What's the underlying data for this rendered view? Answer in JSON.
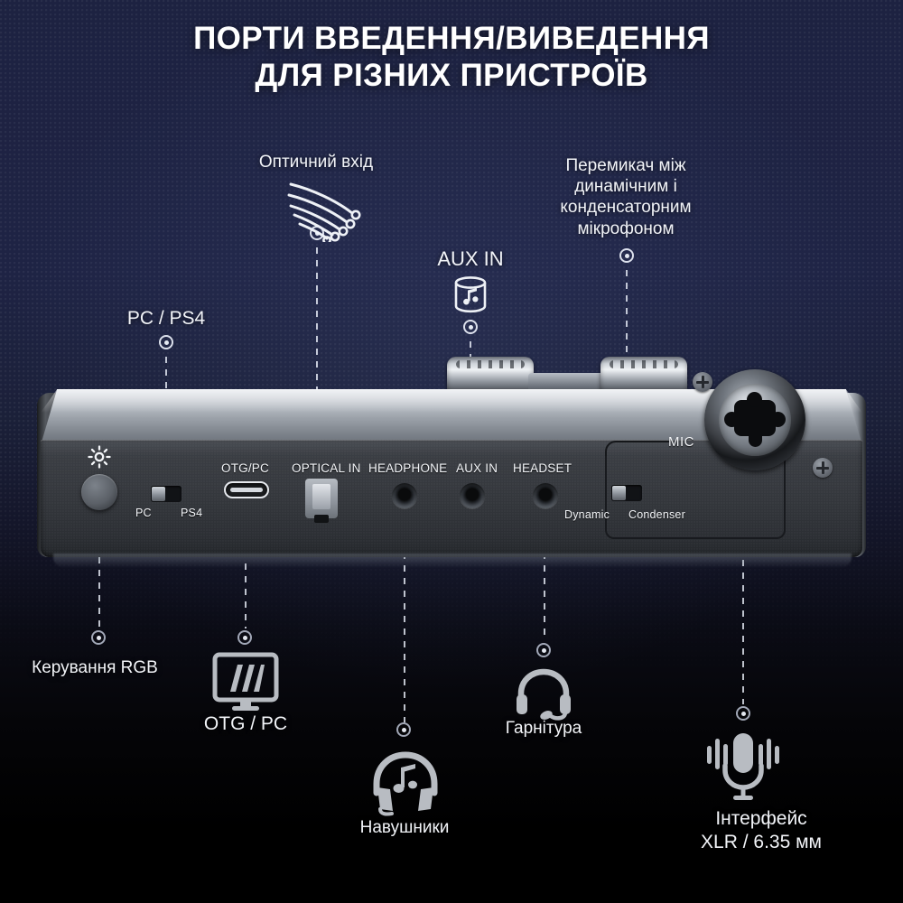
{
  "title": "ПОРТИ ВВЕДЕННЯ/ВИВЕДЕННЯ\nДЛЯ РІЗНИХ ПРИСТРОЇВ",
  "colors": {
    "background_top": "#1d2241",
    "background_bottom": "#000000",
    "text": "#f2f4f8",
    "icon": "#b8bcc2",
    "leader_line": "#ebf0fa"
  },
  "callouts": [
    {
      "id": "optical-in",
      "label": "Оптичний вхід",
      "icon": "fiber-optic-icon",
      "position": "top-left"
    },
    {
      "id": "mic-switch",
      "label": "Перемикач між\nдинамічним і\nконденсаторним\nмікрофоном",
      "icon": "none",
      "position": "top-right"
    },
    {
      "id": "aux-in",
      "label": "AUX IN",
      "icon": "speaker-music-icon",
      "position": "top-center"
    },
    {
      "id": "pc-ps4",
      "label": "PC / PS4",
      "icon": "none",
      "position": "left"
    },
    {
      "id": "rgb-control",
      "label": "Керування RGB",
      "icon": "none",
      "position": "bottom-left"
    },
    {
      "id": "otg-pc",
      "label": "OTG / PC",
      "icon": "monitor-icon",
      "position": "bottom-left"
    },
    {
      "id": "headphones",
      "label": "Навушники",
      "icon": "headphones-icon",
      "position": "bottom-center"
    },
    {
      "id": "headset",
      "label": "Гарнітура",
      "icon": "headset-icon",
      "position": "bottom-center"
    },
    {
      "id": "xlr",
      "label": "Інтерфейс\nXLR / 6.35 мм",
      "icon": "microphone-icon",
      "position": "bottom-right"
    }
  ],
  "device": {
    "panel_labels": {
      "otg_pc": "OTG/PC",
      "optical_in": "OPTICAL IN",
      "headphone": "HEADPHONE",
      "aux_in": "AUX IN",
      "headset": "HEADSET",
      "mic": "MIC"
    },
    "switch_pc_ps4": {
      "left": "PC",
      "right": "PS4",
      "selected": "PC"
    },
    "switch_mic": {
      "left": "Dynamic",
      "right": "Condenser",
      "selected": "Dynamic"
    },
    "rgb_button_icon": "brightness-sun-icon",
    "xlr_connector": "xlr-combo-jack"
  }
}
